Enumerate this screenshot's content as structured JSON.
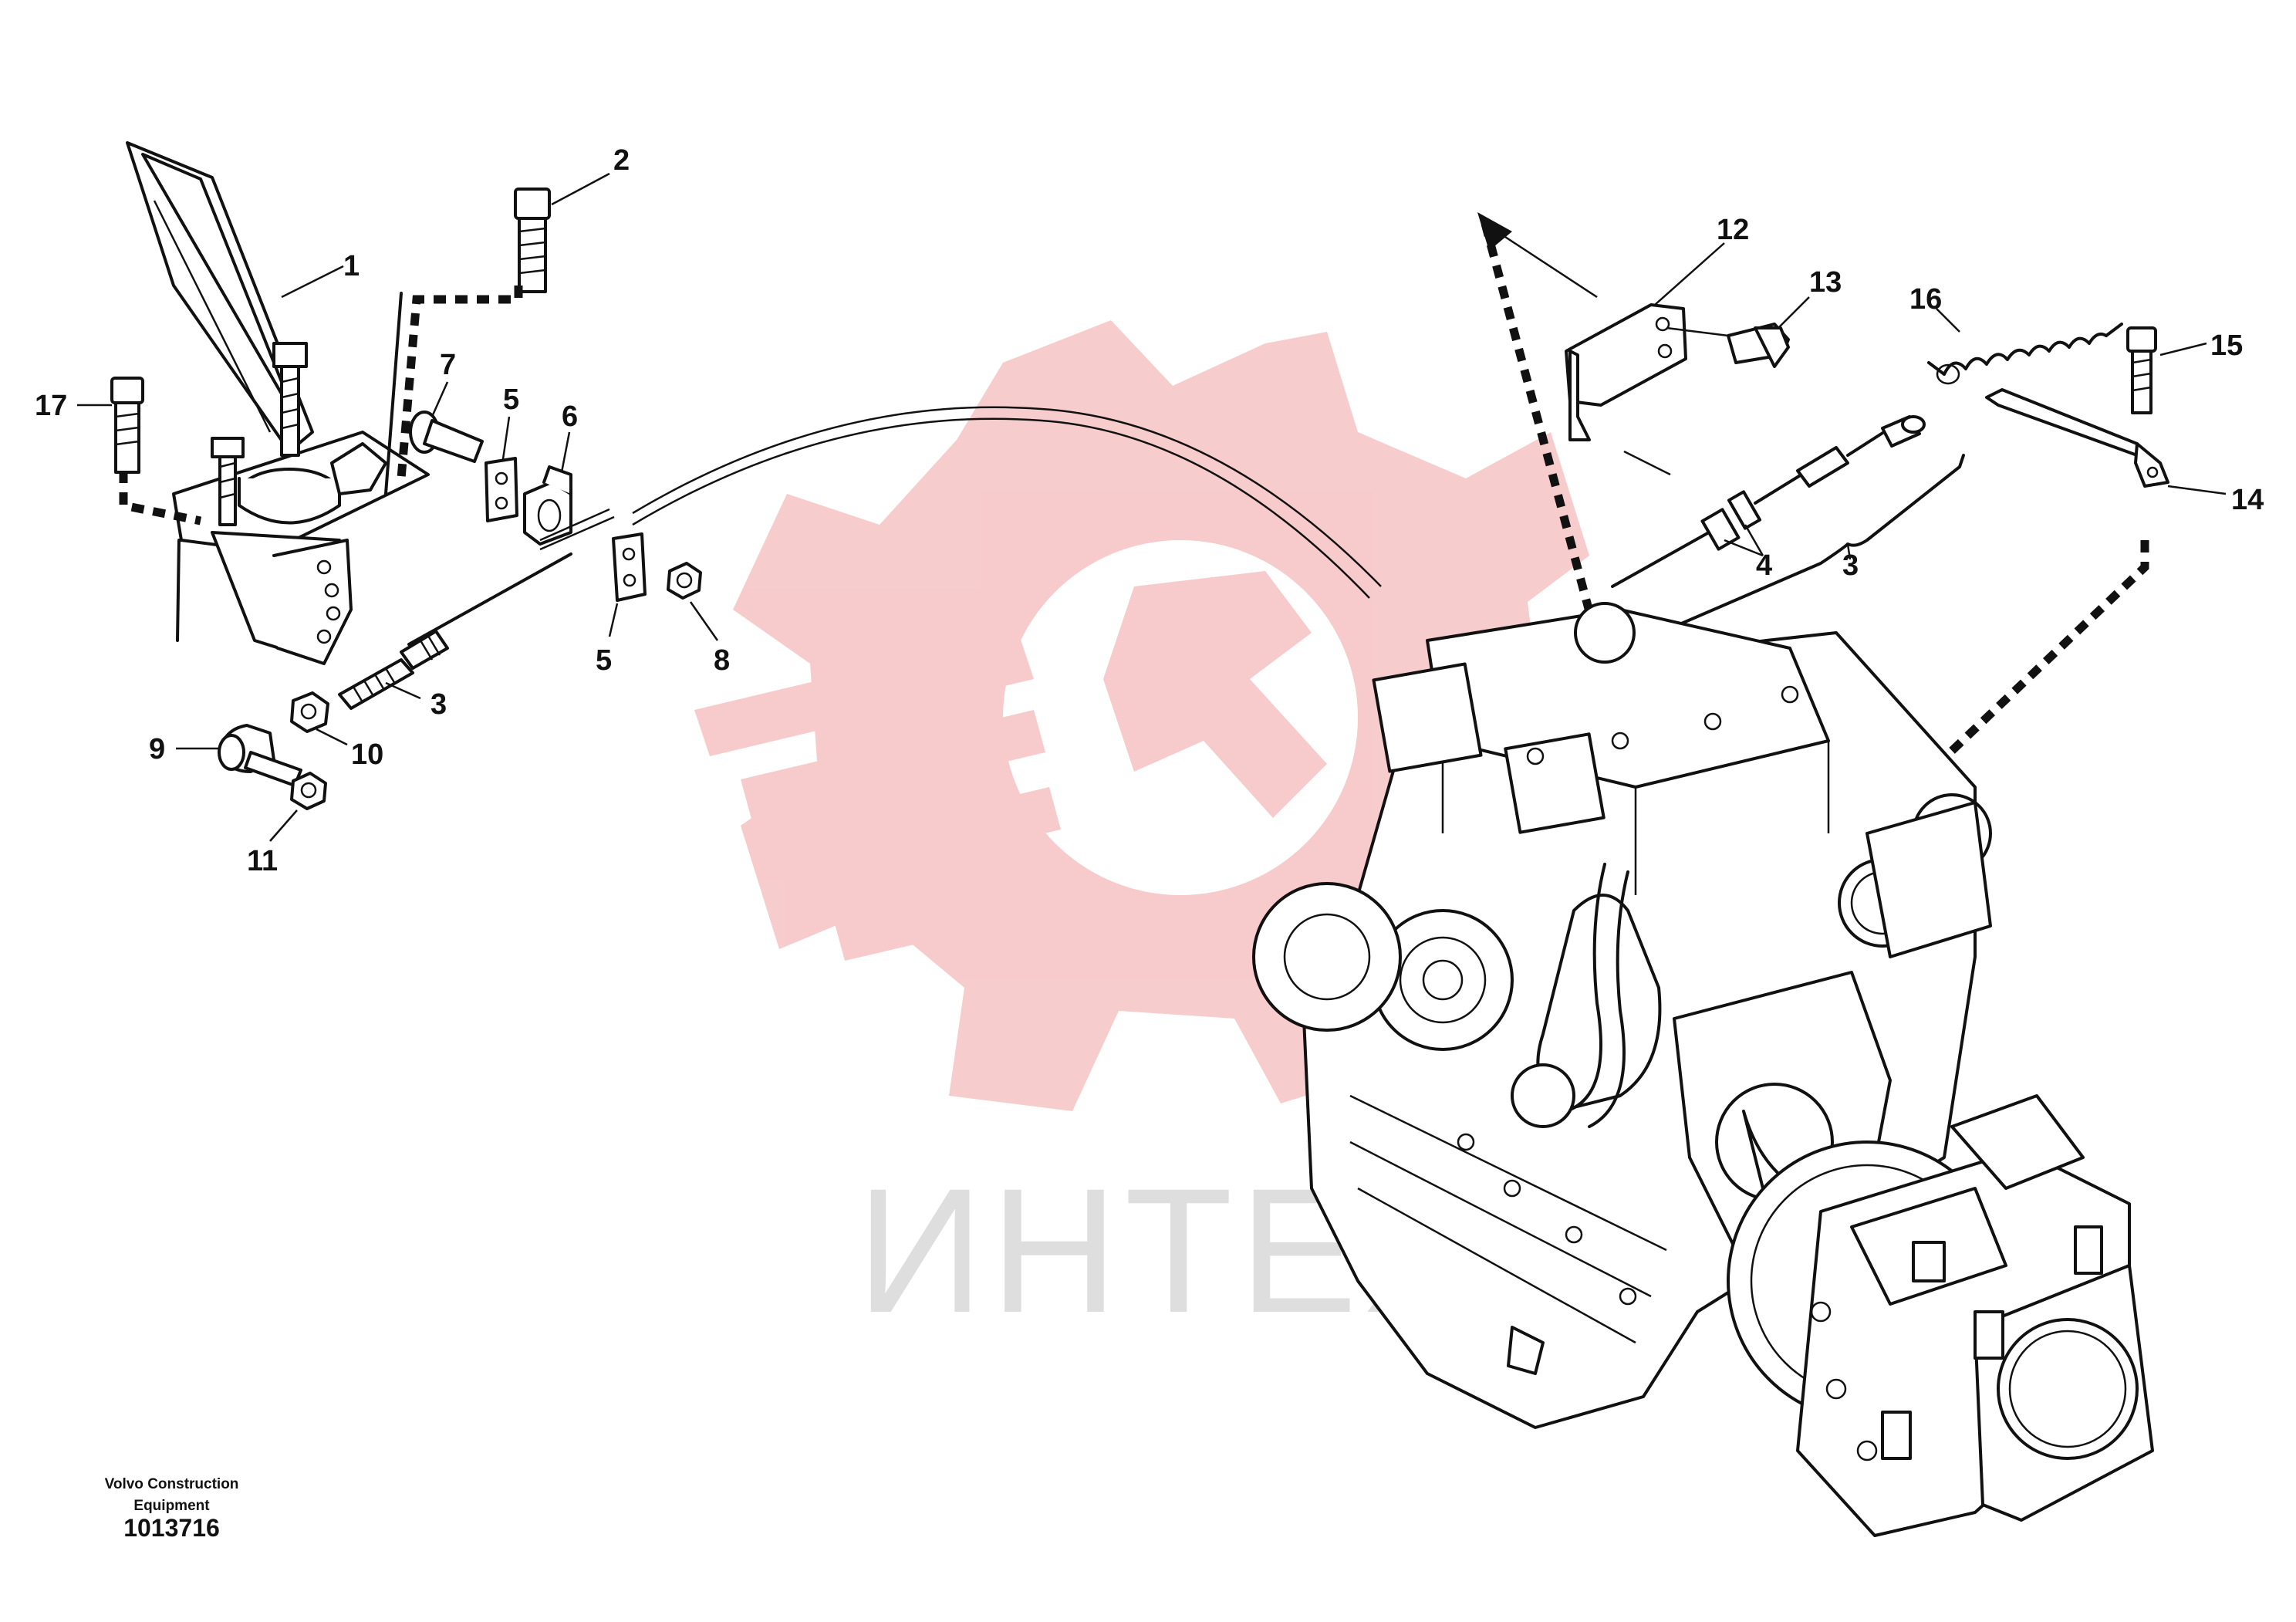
{
  "watermark": {
    "text": "ИНТЕХ",
    "gear_color": "#f7c9c9",
    "text_color": "#dedede"
  },
  "footer": {
    "company_line1": "Volvo Construction",
    "company_line2": "Equipment",
    "drawing_number": "1013716"
  },
  "callouts": {
    "c1": "1",
    "c2": "2",
    "c3a": "3",
    "c3b": "3",
    "c4": "4",
    "c5a": "5",
    "c5b": "5",
    "c6": "6",
    "c7": "7",
    "c8": "8",
    "c9": "9",
    "c10": "10",
    "c11": "11",
    "c12": "12",
    "c13": "13",
    "c14": "14",
    "c15": "15",
    "c16": "16",
    "c17": "17"
  }
}
